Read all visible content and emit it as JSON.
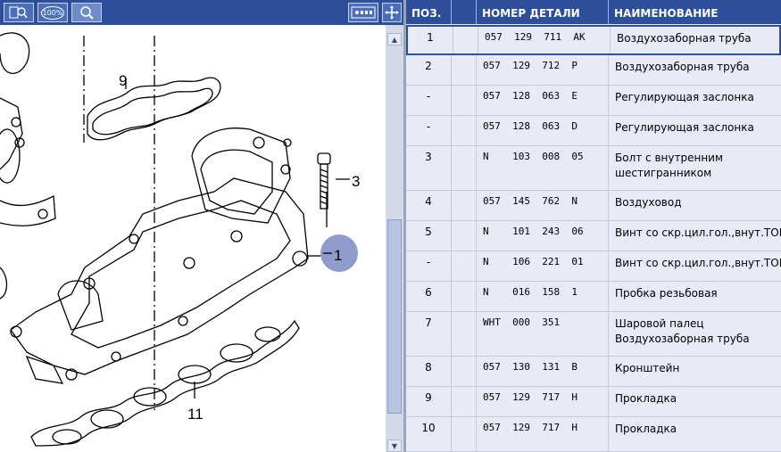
{
  "toolbar": {
    "zoom_fit_icon": "zoom-fit-icon",
    "zoom_100_label": "100%",
    "zoom_icon": "magnifier-icon",
    "view_mode_icon": "view-mode-icon",
    "move_icon": "move-arrows-icon"
  },
  "drawing": {
    "labels": {
      "callout_9": "9",
      "callout_3": "3",
      "callout_1": "1",
      "callout_11": "11"
    },
    "highlight_color": "#8f9ccc"
  },
  "table": {
    "headers": [
      "ПОЗ.",
      "",
      "НОМЕР ДЕТАЛИ",
      "НАИМЕНОВАНИЕ"
    ],
    "rows": [
      {
        "pos": "1",
        "part": "057  129  711  AK",
        "name": "Воздухозаборная труба",
        "selected": true
      },
      {
        "pos": "2",
        "part": "057  129  712  P",
        "name": "Воздухозаборная труба"
      },
      {
        "pos": "-",
        "part": "057  128  063  E",
        "name": "Регулирующая заслонка"
      },
      {
        "pos": "-",
        "part": "057  128  063  D",
        "name": "Регулирующая заслонка"
      },
      {
        "pos": "3",
        "part": "N    103  008  05",
        "name": "Болт с внутренним шестигранником"
      },
      {
        "pos": "4",
        "part": "057  145  762  N",
        "name": "Воздуховод"
      },
      {
        "pos": "5",
        "part": "N    101  243  06",
        "name": "Винт со скр.цил.гол.,внут.TORX"
      },
      {
        "pos": "-",
        "part": "N    106  221  01",
        "name": "Винт со скр.цил.гол.,внут.TORX"
      },
      {
        "pos": "6",
        "part": "N    016  158  1",
        "name": "Пробка резьбовая"
      },
      {
        "pos": "7",
        "part": "WHT  000  351",
        "name": "Шаровой палец Воздухозаборная труба"
      },
      {
        "pos": "8",
        "part": "057  130  131  B",
        "name": "Кронштейн"
      },
      {
        "pos": "9",
        "part": "057  129  717  H",
        "name": "Прокладка"
      },
      {
        "pos": "10",
        "part": "057  129  717  H",
        "name": "Прокладка"
      }
    ]
  },
  "colors": {
    "toolbar_bg": "#2d4f9b",
    "table_bg": "#e8ebf5"
  }
}
